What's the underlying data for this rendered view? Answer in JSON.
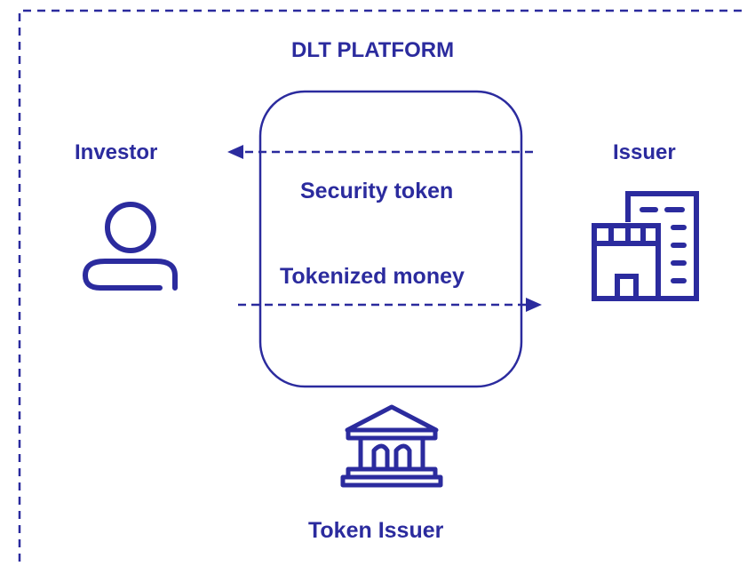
{
  "diagram": {
    "platform_title": "DLT PLATFORM",
    "investor_label": "Investor",
    "issuer_label": "Issuer",
    "security_token_label": "Security token",
    "tokenized_money_label": "Tokenized money",
    "token_issuer_label": "Token Issuer"
  },
  "colors": {
    "primary": "#2b2b9e",
    "background": "#ffffff"
  },
  "icons": {
    "investor": "person-icon",
    "issuer": "office-building-icon",
    "token_issuer": "bank-building-icon"
  }
}
